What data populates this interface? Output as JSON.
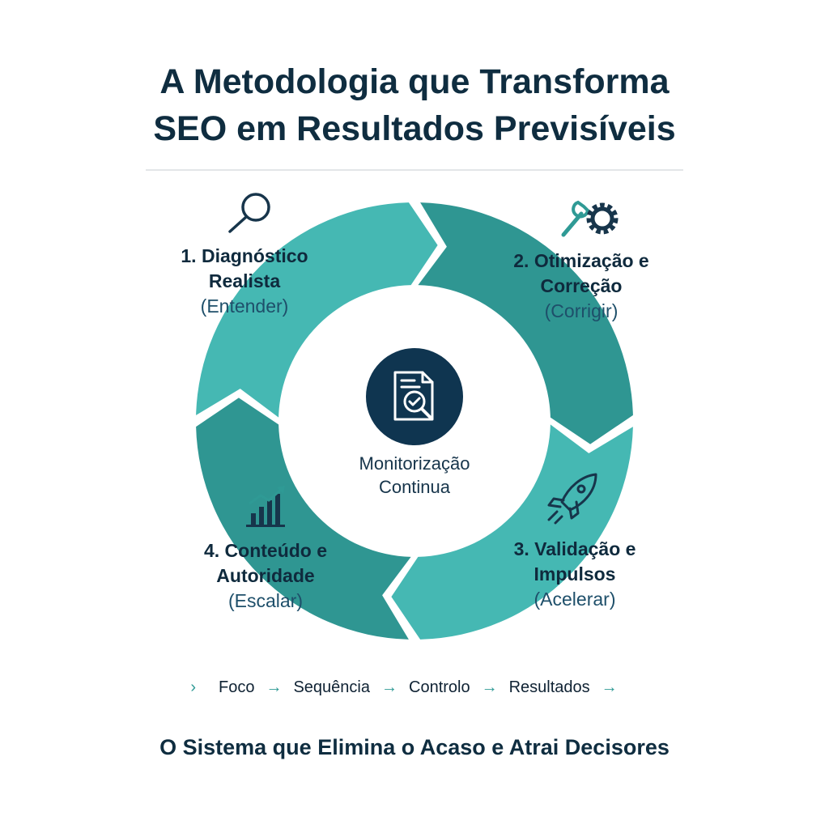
{
  "title": {
    "line1": "A Metodologia que Transforma",
    "line2": "SEO em Resultados Previsíveis"
  },
  "colors": {
    "seg_light": "#45b8b3",
    "seg_dark": "#2f9692",
    "navy": "#0f3550"
  },
  "steps": [
    {
      "title1": "1. Diagnóstico",
      "title2": "Realista",
      "sub": "(Entender)",
      "icon": "magnifier-icon"
    },
    {
      "title1": "2. Otimização e",
      "title2": "Correção",
      "sub": "(Corrigir)",
      "icon": "wrench-gear-icon"
    },
    {
      "title1": "3. Validação e",
      "title2": "Impulsos",
      "sub": "(Acelerar)",
      "icon": "rocket-icon"
    },
    {
      "title1": "4. Conteúdo e",
      "title2": "Autoridade",
      "sub": "(Escalar)",
      "icon": "growth-chart-icon"
    }
  ],
  "center": {
    "line1": "Monitorização",
    "line2": "Continua",
    "icon": "document-check-icon"
  },
  "flow": [
    "Foco",
    "Sequência",
    "Controlo",
    "Resultados"
  ],
  "tagline": "O Sistema que Elimina o Acaso e Atrai Decisores"
}
